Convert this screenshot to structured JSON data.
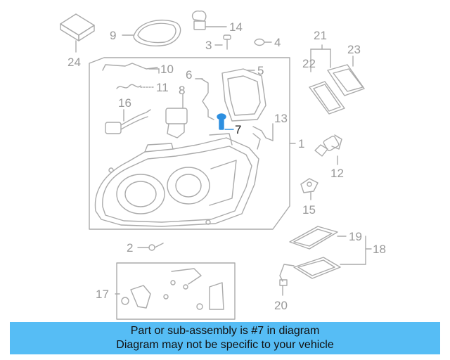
{
  "colors": {
    "part_line": "#aaaaaa",
    "label": "#999999",
    "highlight_part": "#2d8fe0",
    "highlight_label": "#1a1a1a",
    "caption_background": "#56bdf5"
  },
  "callouts": {
    "n1": "1",
    "n2": "2",
    "n3": "3",
    "n4": "4",
    "n5": "5",
    "n6": "6",
    "n7": "7",
    "n8": "8",
    "n9": "9",
    "n10": "10",
    "n11": "11",
    "n12": "12",
    "n13": "13",
    "n14": "14",
    "n15": "15",
    "n16": "16",
    "n17": "17",
    "n18": "18",
    "n19": "19",
    "n20": "20",
    "n21": "21",
    "n22": "22",
    "n23": "23",
    "n24": "24"
  },
  "highlighted_callout": "7",
  "caption": {
    "line1": "Part or sub-assembly is #7 in diagram",
    "line2": "Diagram may not be specific to your vehicle"
  }
}
